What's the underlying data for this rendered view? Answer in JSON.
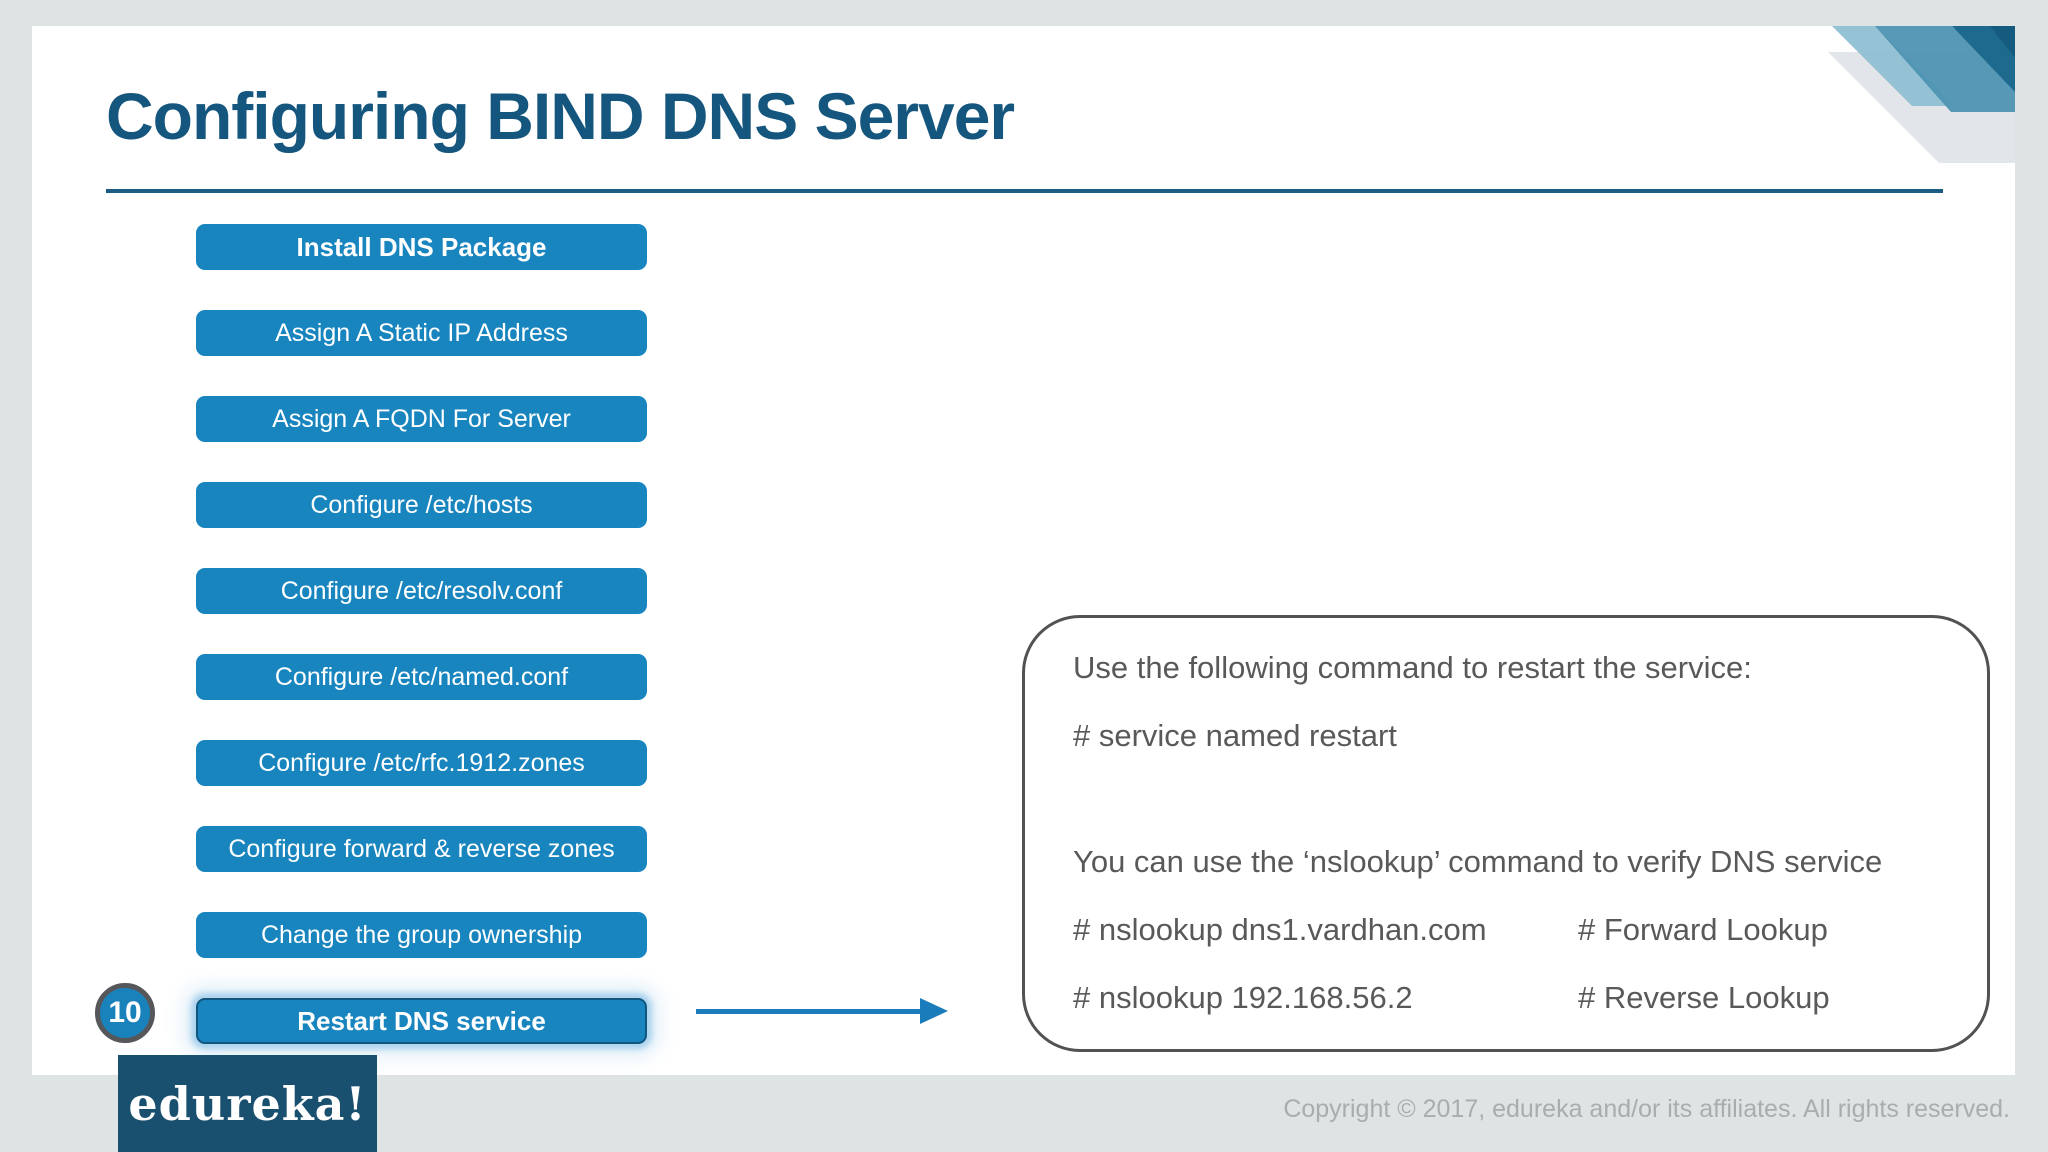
{
  "page": {
    "logo_text": "edureka!",
    "copyright": "Copyright © 2017, edureka and/or its affiliates. All rights reserved."
  },
  "slide": {
    "title": "Configuring BIND DNS Server",
    "badge": "10",
    "steps": [
      {
        "label": "Install DNS Package"
      },
      {
        "label": "Assign A Static IP Address"
      },
      {
        "label": "Assign A FQDN For Server"
      },
      {
        "label": "Configure /etc/hosts"
      },
      {
        "label": "Configure /etc/resolv.conf"
      },
      {
        "label": "Configure /etc/named.conf"
      },
      {
        "label": "Configure /etc/rfc.1912.zones"
      },
      {
        "label": "Configure forward & reverse zones"
      },
      {
        "label": "Change the group ownership"
      },
      {
        "label": "Restart DNS service"
      }
    ],
    "callout": {
      "intro1": "Use the following command to restart the service:",
      "cmd1": "# service named restart",
      "intro2": "You can use the ‘nslookup’ command to verify DNS service",
      "lookups": [
        {
          "command": "# nslookup dns1.vardhan.com",
          "comment": "# Forward Lookup"
        },
        {
          "command": "# nslookup 192.168.56.2",
          "comment": "# Reverse Lookup"
        }
      ]
    },
    "colors": {
      "accent_blue": "#1985bf",
      "title_blue": "#15567e",
      "logo_navy": "#19506f",
      "callout_text_gray": "#59595b",
      "page_border_gray": "#dee3e3"
    }
  }
}
